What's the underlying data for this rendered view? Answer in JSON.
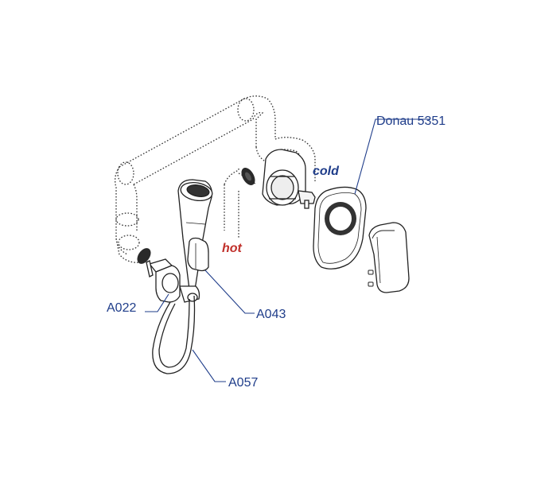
{
  "labels": {
    "product": "Donau 5351",
    "hot": "hot",
    "cold": "cold",
    "a022": "A022",
    "a043": "A043",
    "a057": "A057"
  },
  "colors": {
    "callout": "#1f3d8a",
    "hot": "#c0302b",
    "cold": "#1f3d8a",
    "line": "#222222"
  }
}
